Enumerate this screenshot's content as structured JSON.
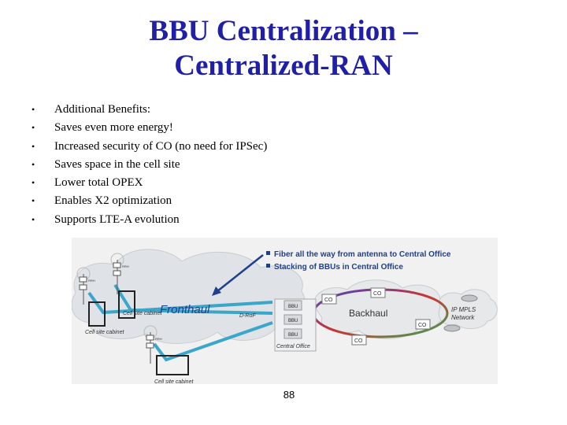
{
  "slide": {
    "title_line1": "BBU Centralization –",
    "title_line2": "Centralized-RAN",
    "bullets": [
      "Additional Benefits:",
      "Saves even more energy!",
      "Increased security of CO (no need for IPSec)",
      "Saves space in the cell site",
      "Lower total OPEX",
      "Enables X2 optimization",
      "Supports LTE-A evolution"
    ],
    "page_number": "88"
  },
  "diagram": {
    "callouts": [
      "Fiber all the way from antenna to Central Office",
      "Stacking of BBUs in Central Office"
    ],
    "fronthaul": "Fronthaul",
    "backhaul": "Backhaul",
    "drof": "D-RoF",
    "cell_site_cabinet": "Cell site cabinet",
    "central_office": "Central Office",
    "bbu": "BBU",
    "rrh": "RRH",
    "co": "CO",
    "ip_mpls": "IP MPLS",
    "network": "Network"
  },
  "colors": {
    "title": "#1f1fa8",
    "fiber": "#3aa6c9",
    "cloud": "#dfe3e7",
    "ring_blue": "#4444cc",
    "ring_red": "#cc3333",
    "ring_green": "#33aa55"
  }
}
